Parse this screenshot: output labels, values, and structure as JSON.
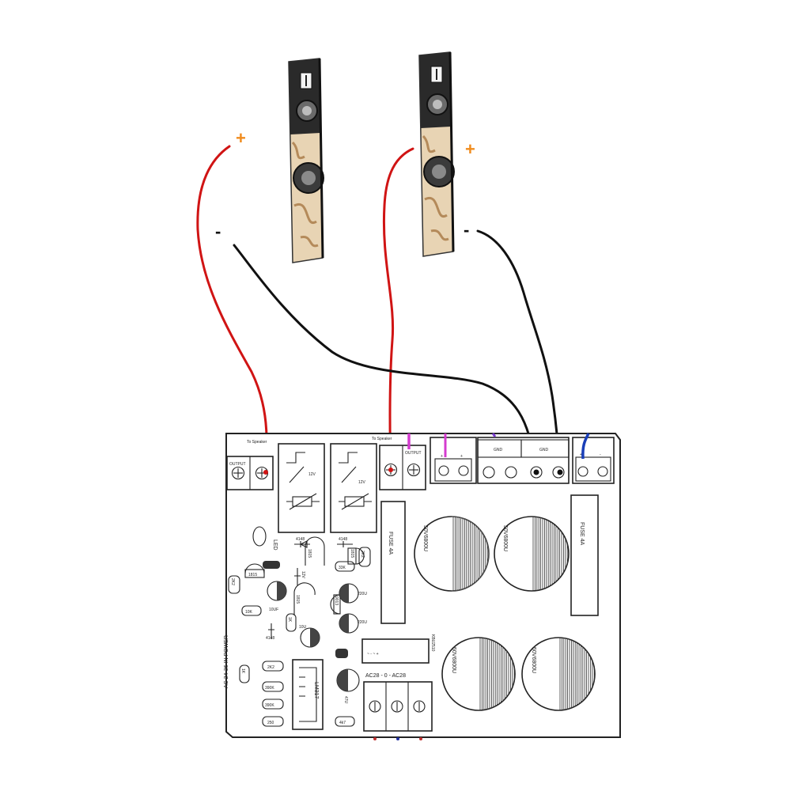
{
  "diagram": {
    "speaker_terminals": {
      "left_plus": "+",
      "left_minus": "-",
      "right_plus": "+",
      "right_minus": "-"
    },
    "pcb": {
      "header_label_left": "To Speaker",
      "header_label_mid": "To Speaker",
      "out_label_left": "OUTPUT",
      "out_label_mid": "OUTPUT",
      "relay_voltage_left": "12V",
      "relay_voltage_right": "12V",
      "led_label": "LED",
      "diode_a": "4148",
      "diode_b": "4148",
      "diode_c": "4148",
      "transistor_a": "1815",
      "transistor_b": "1815",
      "transistor_c": "1815",
      "transistor_d": "1815",
      "transistor_e": "9013",
      "res_33k": "33K",
      "res_2k2_a": "2K2",
      "res_2k2_b": "2K2",
      "res_10k": "10K",
      "res_1k": "1K",
      "res_390k_a": "390K",
      "res_390k_b": "390K",
      "res_250": "250",
      "res_47k": "4k7",
      "res_tall": "1K",
      "cap_10uf": "10UF",
      "cap_10u": "10U",
      "cap_220u_a": "220U",
      "cap_220u_b": "220U",
      "cap_47u": "47U",
      "zener": "12V",
      "power_label": "AC 24-36 IN POWER",
      "regulator": "LM317",
      "fuse_left": "FUSE 4A",
      "fuse_right": "FUSE 4A",
      "gnd_a": "GND",
      "gnd_b": "GND",
      "cap_big": "50V6800U",
      "bridge": "KBU2510",
      "bridge_pins": "~  -  ~  +",
      "ac_label": "AC28 - 0 - AC28"
    }
  }
}
